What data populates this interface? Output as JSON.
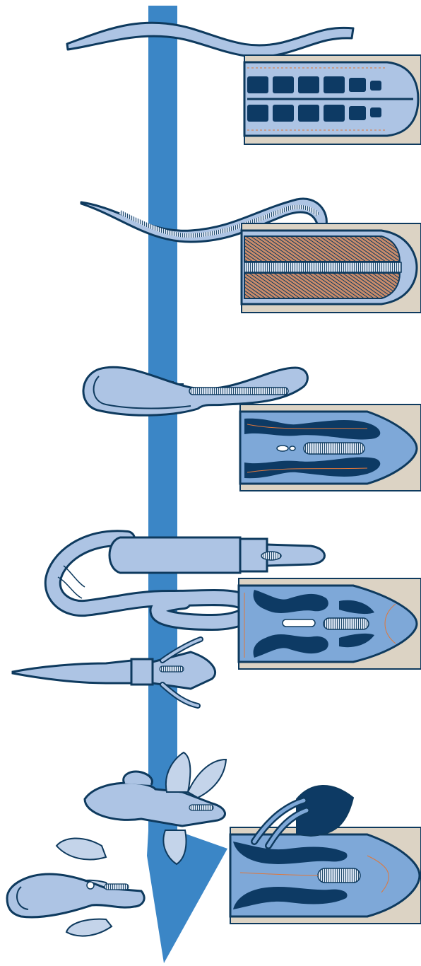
{
  "colors": {
    "background": "#ffffff",
    "arrow": "#3b86c6",
    "body_fill": "#adc4e4",
    "outline": "#0e3a5e",
    "dark_tissue": "#0d3a64",
    "mid_tissue": "#7ea8d8",
    "panel_bg": "#dcd3c4",
    "fiber_lines": "#e0773a",
    "stripe_fill": "#dbe5f3"
  },
  "stages": [
    {
      "id": "stage-1",
      "organism": "slender-worm",
      "detail": "segmented-block-cross-section"
    },
    {
      "id": "stage-2",
      "organism": "worm-with-striated-band",
      "detail": "chevron-muscle-cross-section"
    },
    {
      "id": "stage-3",
      "organism": "looped-worm-with-organ",
      "detail": "lobed-organ-cross-section"
    },
    {
      "id": "stage-4",
      "organism": "ringed-worm-with-head",
      "detail": "patterned-organ-cross-section"
    },
    {
      "id": "stage-5",
      "organism": "tentacled-form",
      "detail": "none"
    },
    {
      "id": "stage-6",
      "organism": "branching-colony",
      "detail": "branching-organ-cross-section"
    }
  ]
}
